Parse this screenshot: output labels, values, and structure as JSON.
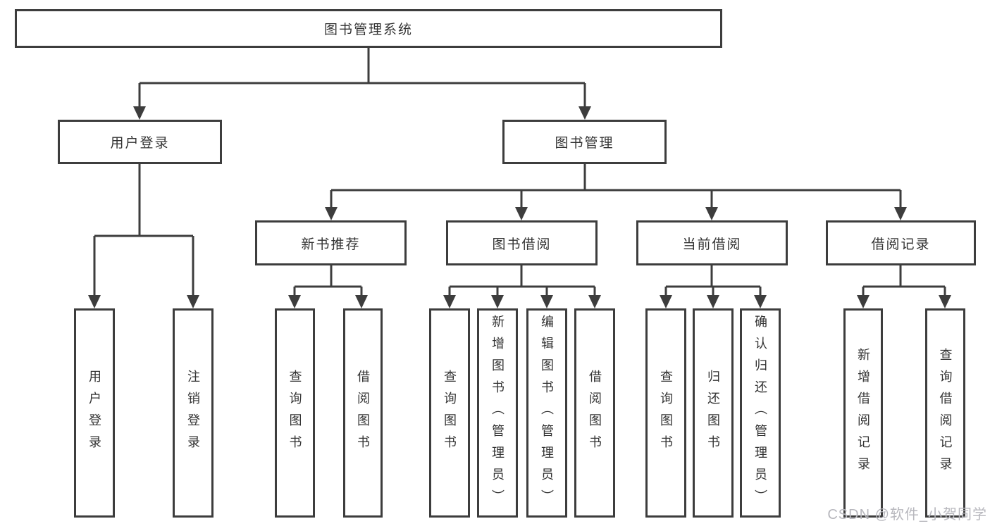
{
  "diagram": {
    "title": "图书管理系统",
    "watermark": "CSDN @软件_小贺同学",
    "colors": {
      "line": "#3d3d3d",
      "text": "#333333",
      "box_bg": "#ffffff",
      "watermark": "#b7b7bd"
    },
    "nodes": [
      {
        "id": "root",
        "label": "图书管理系统",
        "level": 1,
        "parent": null,
        "orientation": "horizontal"
      },
      {
        "id": "user-login",
        "label": "用户登录",
        "level": 2,
        "parent": "root",
        "orientation": "horizontal"
      },
      {
        "id": "book-mgmt",
        "label": "图书管理",
        "level": 2,
        "parent": "root",
        "orientation": "horizontal"
      },
      {
        "id": "new-book-rec",
        "label": "新书推荐",
        "level": 3,
        "parent": "book-mgmt",
        "orientation": "horizontal"
      },
      {
        "id": "book-borrow",
        "label": "图书借阅",
        "level": 3,
        "parent": "book-mgmt",
        "orientation": "horizontal"
      },
      {
        "id": "current-borrow",
        "label": "当前借阅",
        "level": 3,
        "parent": "book-mgmt",
        "orientation": "horizontal"
      },
      {
        "id": "borrow-record",
        "label": "借阅记录",
        "level": 3,
        "parent": "book-mgmt",
        "orientation": "horizontal"
      },
      {
        "id": "leaf-user-login",
        "label": "用户登录",
        "level": 4,
        "parent": "user-login",
        "orientation": "vertical"
      },
      {
        "id": "leaf-logout",
        "label": "注销登录",
        "level": 4,
        "parent": "user-login",
        "orientation": "vertical"
      },
      {
        "id": "leaf-query-book-rec",
        "label": "查询图书",
        "level": 4,
        "parent": "new-book-rec",
        "orientation": "vertical"
      },
      {
        "id": "leaf-borrow-book-rec",
        "label": "借阅图书",
        "level": 4,
        "parent": "new-book-rec",
        "orientation": "vertical"
      },
      {
        "id": "leaf-query-book-bor",
        "label": "查询图书",
        "level": 4,
        "parent": "book-borrow",
        "orientation": "vertical"
      },
      {
        "id": "leaf-add-book",
        "label": "新增图书（管理员）",
        "level": 4,
        "parent": "book-borrow",
        "orientation": "vertical"
      },
      {
        "id": "leaf-edit-book",
        "label": "编辑图书（管理员）",
        "level": 4,
        "parent": "book-borrow",
        "orientation": "vertical"
      },
      {
        "id": "leaf-borrow-book",
        "label": "借阅图书",
        "level": 4,
        "parent": "book-borrow",
        "orientation": "vertical"
      },
      {
        "id": "leaf-query-book-cur",
        "label": "查询图书",
        "level": 4,
        "parent": "current-borrow",
        "orientation": "vertical"
      },
      {
        "id": "leaf-return-book",
        "label": "归还图书",
        "level": 4,
        "parent": "current-borrow",
        "orientation": "vertical"
      },
      {
        "id": "leaf-confirm-return",
        "label": "确认归还（管理员）",
        "level": 4,
        "parent": "current-borrow",
        "orientation": "vertical"
      },
      {
        "id": "leaf-add-record",
        "label": "新增借阅记录",
        "level": 4,
        "parent": "borrow-record",
        "orientation": "vertical"
      },
      {
        "id": "leaf-query-record",
        "label": "查询借阅记录",
        "level": 4,
        "parent": "borrow-record",
        "orientation": "vertical"
      }
    ]
  }
}
